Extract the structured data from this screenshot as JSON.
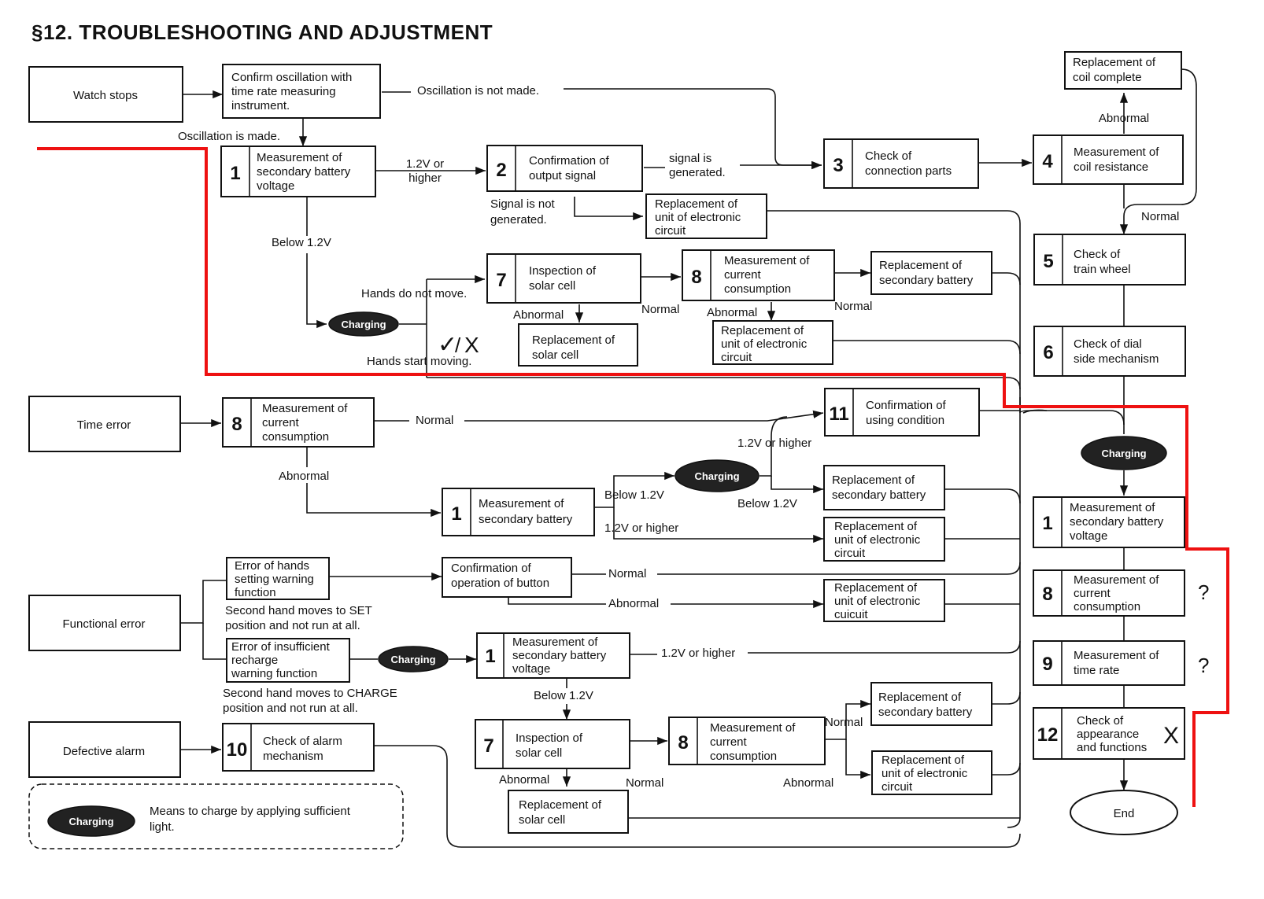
{
  "title": "§12. TROUBLESHOOTING AND ADJUSTMENT",
  "charging_label": "Charging",
  "starts": {
    "watch_stops": "Watch stops",
    "time_error": "Time error",
    "functional_error": "Functional error",
    "defective_alarm": "Defective alarm"
  },
  "boxes": {
    "confirm_osc": [
      "Confirm oscillation with",
      "time rate measuring",
      "instrument."
    ],
    "b1": [
      "Measurement of",
      "secondary battery",
      "voltage"
    ],
    "b2": [
      "Confirmation of",
      "output signal"
    ],
    "b3": [
      "Check of",
      "connection parts"
    ],
    "b4": [
      "Measurement of",
      "coil resistance"
    ],
    "repl_coil": [
      "Replacement of",
      "coil complete"
    ],
    "repl_unit_a": [
      "Replacement of",
      "unit of electronic",
      "circuit"
    ],
    "b7_a": [
      "Inspection of",
      "solar cell"
    ],
    "b8_a": [
      "Measurement of",
      "current",
      "consumption"
    ],
    "repl_batt_a": [
      "Replacement of",
      "secondary battery"
    ],
    "repl_solar_a": [
      "Replacement of",
      "solar cell"
    ],
    "repl_unit_b": [
      "Replacement of",
      "unit of electronic",
      "circuit"
    ],
    "b5": [
      "Check of",
      "train wheel"
    ],
    "b6": [
      "Check of dial",
      "side mechanism"
    ],
    "b8_t": [
      "Measurement of",
      "current",
      "consumption"
    ],
    "b11": [
      "Confirmation of",
      "using condition"
    ],
    "b1_t": [
      "Measurement of",
      "secondary battery"
    ],
    "repl_batt_t": [
      "Replacement of",
      "secondary battery"
    ],
    "repl_unit_t": [
      "Replacement of",
      "unit of electronic",
      "circuit"
    ],
    "err_hands": [
      "Error of hands",
      "setting warning",
      "function"
    ],
    "err_recharge": [
      "Error of insufficient",
      "recharge",
      "warning function"
    ],
    "conf_button": [
      "Confirmation of",
      "operation of button"
    ],
    "repl_unit_f": [
      "Replacement of",
      "unit of electronic",
      "cuicuit"
    ],
    "b1_f": [
      "Measurement of",
      "secondary battery",
      "voltage"
    ],
    "b10": [
      "Check of alarm",
      "mechanism"
    ],
    "b7_f": [
      "Inspection of",
      "solar cell"
    ],
    "b8_f": [
      "Measurement of",
      "current",
      "consumption"
    ],
    "repl_batt_f": [
      "Replacement of",
      "secondary battery"
    ],
    "repl_unit_f2": [
      "Replacement of",
      "unit of electronic",
      "circuit"
    ],
    "repl_solar_f": [
      "Replacement of",
      "solar cell"
    ],
    "r1": [
      "Measurement of",
      "secondary battery",
      "voltage"
    ],
    "r8": [
      "Measurement of",
      "current",
      "consumption"
    ],
    "r9": [
      "Measurement of",
      "time rate"
    ],
    "r12": [
      "Check of",
      "appearance",
      "and functions"
    ]
  },
  "numbers": {
    "b1": "1",
    "b2": "2",
    "b3": "3",
    "b4": "4",
    "b5": "5",
    "b6": "6",
    "b7_a": "7",
    "b8_a": "8",
    "b8_t": "8",
    "b11": "11",
    "b1_t": "1",
    "b1_f": "1",
    "b10": "10",
    "b7_f": "7",
    "b8_f": "8",
    "r1": "1",
    "r8": "8",
    "r9": "9",
    "r12": "12"
  },
  "edges": {
    "osc_not_made": "Oscillation is not made.",
    "osc_made": "Oscillation is made.",
    "v12_higher_a": [
      "1.2V or",
      "higher"
    ],
    "signal_gen": [
      "signal is",
      "generated."
    ],
    "signal_not_gen": [
      "Signal is not",
      "generated."
    ],
    "abnormal_coil": "Abnormal",
    "normal_coil": "Normal",
    "below12_a": "Below 1.2V",
    "hands_not_move": "Hands do not move.",
    "hands_start": "Hands start moving.",
    "abnormal_solar_a": "Abnormal",
    "normal_8a": "Normal",
    "abnormal_8a": "Abnormal",
    "normal_8a_out": "Normal",
    "normal_t": "Normal",
    "abnormal_t": "Abnormal",
    "v12_higher_t": "1.2V or higher",
    "below12_t": "Below 1.2V",
    "below12_t2": "Below 1.2V",
    "v12_higher_t2": "1.2V or higher",
    "second_set": [
      "Second hand moves to SET",
      "position and not run at all."
    ],
    "second_charge": [
      "Second hand moves to CHARGE",
      "position and not run at all."
    ],
    "normal_button": "Normal",
    "abnormal_button": "Abnormal",
    "v12_higher_f": "1.2V or higher",
    "below12_f": "Below 1.2V",
    "abnormal_solar_f": "Abnormal",
    "normal_solar_f": "Normal",
    "normal_8f": "Normal",
    "abnormal_8f": "Abnormal"
  },
  "end_label": "End",
  "legend_text": [
    "Means to charge by applying sufficient",
    "light."
  ],
  "annotations": {
    "check": "✓",
    "slash": "/",
    "cross_a": "X",
    "q1": "?",
    "q2": "?",
    "cross_b": "X"
  },
  "colors": {
    "annotation_red": "#ee1111",
    "annotation_green": "#22aa22",
    "ink": "#111111"
  }
}
